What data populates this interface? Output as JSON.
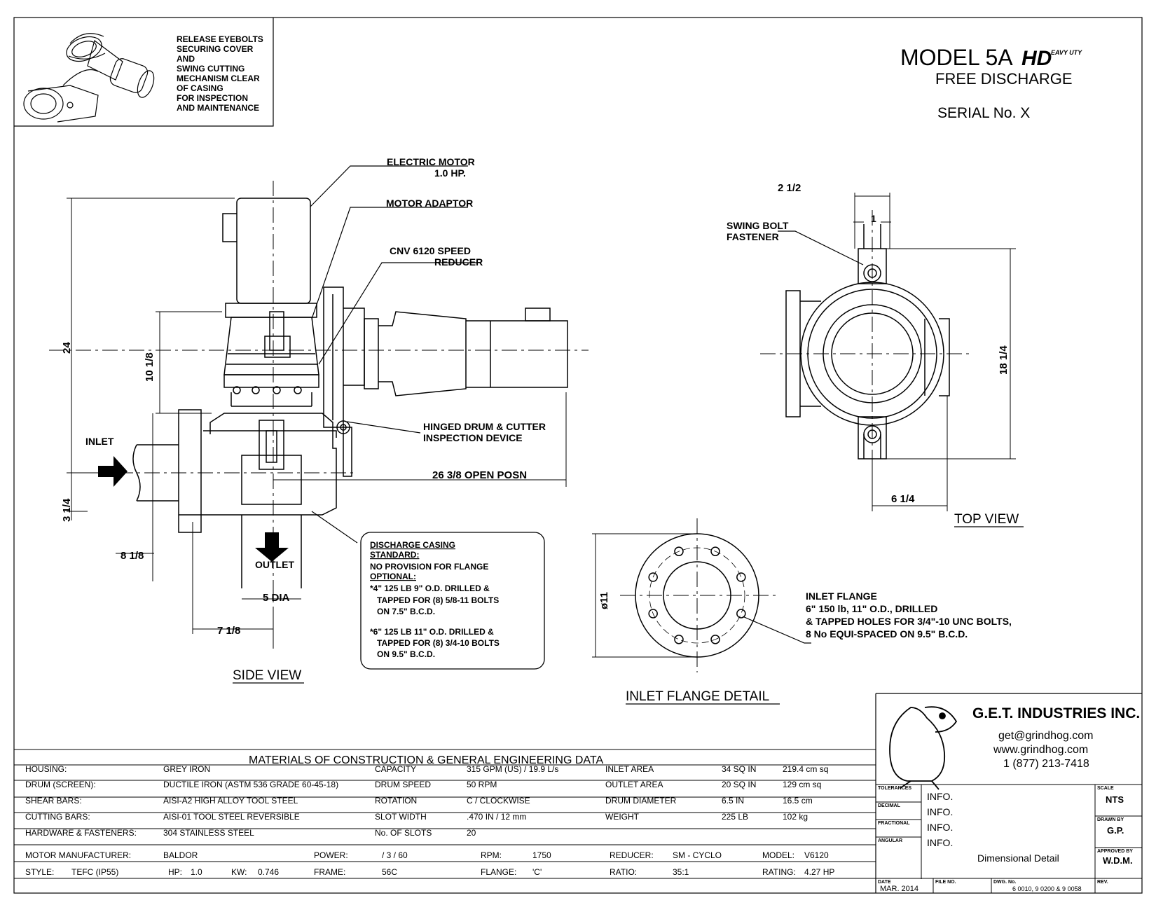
{
  "header": {
    "model": "MODEL 5A",
    "hd_logo": "HD",
    "hd_text": "EAVY UTY",
    "subtitle": "FREE DISCHARGE",
    "serial": "SERIAL No. X"
  },
  "inset_note": [
    "RELEASE EYEBOLTS",
    "SECURING COVER",
    "AND",
    "SWING CUTTING",
    "MECHANISM CLEAR",
    "OF CASING",
    "FOR INSPECTION",
    "AND MAINTENANCE"
  ],
  "callouts": {
    "motor_1": "ELECTRIC MOTOR",
    "motor_2": "1.0 HP.",
    "adaptor": "MOTOR ADAPTOR",
    "reducer_1": "CNV 6120 SPEED",
    "reducer_2": "REDUCER",
    "hinged_1": "HINGED DRUM & CUTTER",
    "hinged_2": "INSPECTION DEVICE",
    "inlet": "INLET",
    "outlet": "OUTLET",
    "swing_1": "SWING BOLT",
    "swing_2": "FASTENER",
    "flange_1": "INLET FLANGE",
    "flange_2": "6\" 150 lb, 11\" O.D., DRILLED",
    "flange_3": "& TAPPED HOLES FOR 3/4\"-10 UNC BOLTS,",
    "flange_4": "8 No EQUI-SPACED ON 9.5\" B.C.D."
  },
  "dimensions": {
    "d24": "24",
    "d10": "10 1/8",
    "d3": "3 1/4",
    "d8": "8 1/8",
    "d7": "7 1/8",
    "d5": "5 DIA",
    "d26": "26 3/8 OPEN POSN",
    "d2": "2 1/2",
    "d1": "1",
    "d18": "18 1/4",
    "d6": "6 1/4",
    "d11": "ø11"
  },
  "views": {
    "side": "SIDE VIEW",
    "top": "TOP VIEW",
    "flange": "INLET FLANGE DETAIL"
  },
  "discharge_note": [
    "DISCHARGE CASING",
    "STANDARD:",
    "NO PROVISION FOR FLANGE",
    "OPTIONAL:",
    "*4\" 125 LB 9\" O.D. DRILLED &",
    "TAPPED FOR (8) 5/8-11 BOLTS",
    "ON 7.5\" B.C.D.",
    "*6\" 125 LB 11\" O.D. DRILLED &",
    "TAPPED FOR (8) 3/4-10 BOLTS",
    "ON 9.5\" B.C.D."
  ],
  "company": {
    "name": "G.E.T. INDUSTRIES INC.",
    "email": "get@grindhog.com",
    "web": "www.grindhog.com",
    "phone": "1 (877) 213-7418"
  },
  "table": {
    "title": "MATERIALS OF CONSTRUCTION & GENERAL ENGINEERING DATA",
    "rows": [
      [
        "HOUSING:",
        "GREY IRON",
        "CAPACITY",
        "315 GPM (US) / 19.9 L/s",
        "INLET AREA",
        "34 SQ IN",
        "219.4 cm sq"
      ],
      [
        "DRUM (SCREEN):",
        "DUCTILE IRON (ASTM 536 GRADE 60-45-18)",
        "DRUM SPEED",
        "50 RPM",
        "OUTLET AREA",
        "20 SQ IN",
        "129 cm sq"
      ],
      [
        "SHEAR BARS:",
        "AISI-A2 HIGH ALLOY TOOL STEEL",
        "ROTATION",
        "C / CLOCKWISE",
        "DRUM DIAMETER",
        "6.5 IN",
        "16.5 cm"
      ],
      [
        "CUTTING BARS:",
        "AISI-01 TOOL STEEL REVERSIBLE",
        "SLOT WIDTH",
        ".470 IN / 12 mm",
        "WEIGHT",
        "225 LB",
        "102 kg"
      ],
      [
        "HARDWARE & FASTENERS:",
        "304 STAINLESS STEEL",
        "No. OF SLOTS",
        "20",
        "",
        "",
        ""
      ]
    ],
    "motor_row": [
      "MOTOR MANUFACTURER:",
      "BALDOR",
      "POWER:",
      "/ 3 / 60",
      "RPM:",
      "1750",
      "REDUCER:",
      "SM - CYCLO",
      "MODEL:",
      "V6120"
    ],
    "style_row": [
      "STYLE:",
      "TEFC (IP55)",
      "HP:",
      "1.0",
      "KW:",
      "0.746",
      "FRAME:",
      "56C",
      "FLANGE:",
      "'C'",
      "RATIO:",
      "35:1",
      "RATING:",
      "4.27 HP"
    ]
  },
  "title_block": {
    "tolerances": "TOLERANCES",
    "decimal": "DECIMAL",
    "fractional": "FRACTIONAL",
    "angular": "ANGULAR",
    "info": "INFO.",
    "scale_label": "SCALE",
    "scale": "NTS",
    "drawn_label": "DRAWN BY",
    "drawn": "G.P.",
    "approved_label": "APPROVED BY",
    "approved": "W.D.M.",
    "description": "Dimensional Detail",
    "date_label": "DATE",
    "date": "MAR. 2014",
    "file_label": "FILE NO.",
    "dwg_label": "DWG. No.",
    "dwg": "6 0010, 9 0200 & 9 0058",
    "rev_label": "REV."
  }
}
